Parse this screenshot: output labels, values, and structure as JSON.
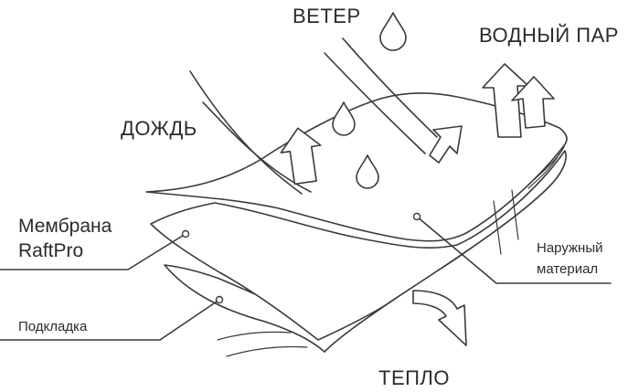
{
  "labels": {
    "wind": "ВЕТЕР",
    "water_vapor": "ВОДНЫЙ ПАР",
    "rain": "ДОЖДЬ",
    "membrane_line1": "Мембрана",
    "membrane_line2": "RaftPro",
    "outer_line1": "Наружный",
    "outer_line2": "материал",
    "lining": "Подкладка",
    "heat": "ТЕПЛО"
  },
  "icons": [
    "water-drop-icon",
    "up-arrow-icon",
    "curved-arrow-icon"
  ]
}
